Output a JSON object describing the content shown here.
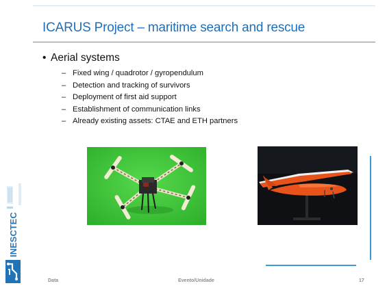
{
  "slide": {
    "title": "ICARUS Project – maritime search and rescue",
    "bullet": "Aerial systems",
    "subitems": [
      "Fixed wing / quadrotor / gyropendulum",
      "Detection and tracking of survivors",
      "Deployment of first aid support",
      "Establishment of communication links",
      "Already existing assets: CTAE and ETH partners"
    ]
  },
  "images": {
    "left": "quadrotor-drone-photo",
    "right": "fixed-wing-drone-photo"
  },
  "logo": {
    "brand": "INESCTEC"
  },
  "footer": {
    "left": "Data",
    "center": "Evento/Unidade",
    "page": "17"
  },
  "colors": {
    "accent": "#3b9ad0",
    "title": "#1f6fb8",
    "green_screen": "#3ec63a",
    "drone_orange": "#e8531b"
  }
}
